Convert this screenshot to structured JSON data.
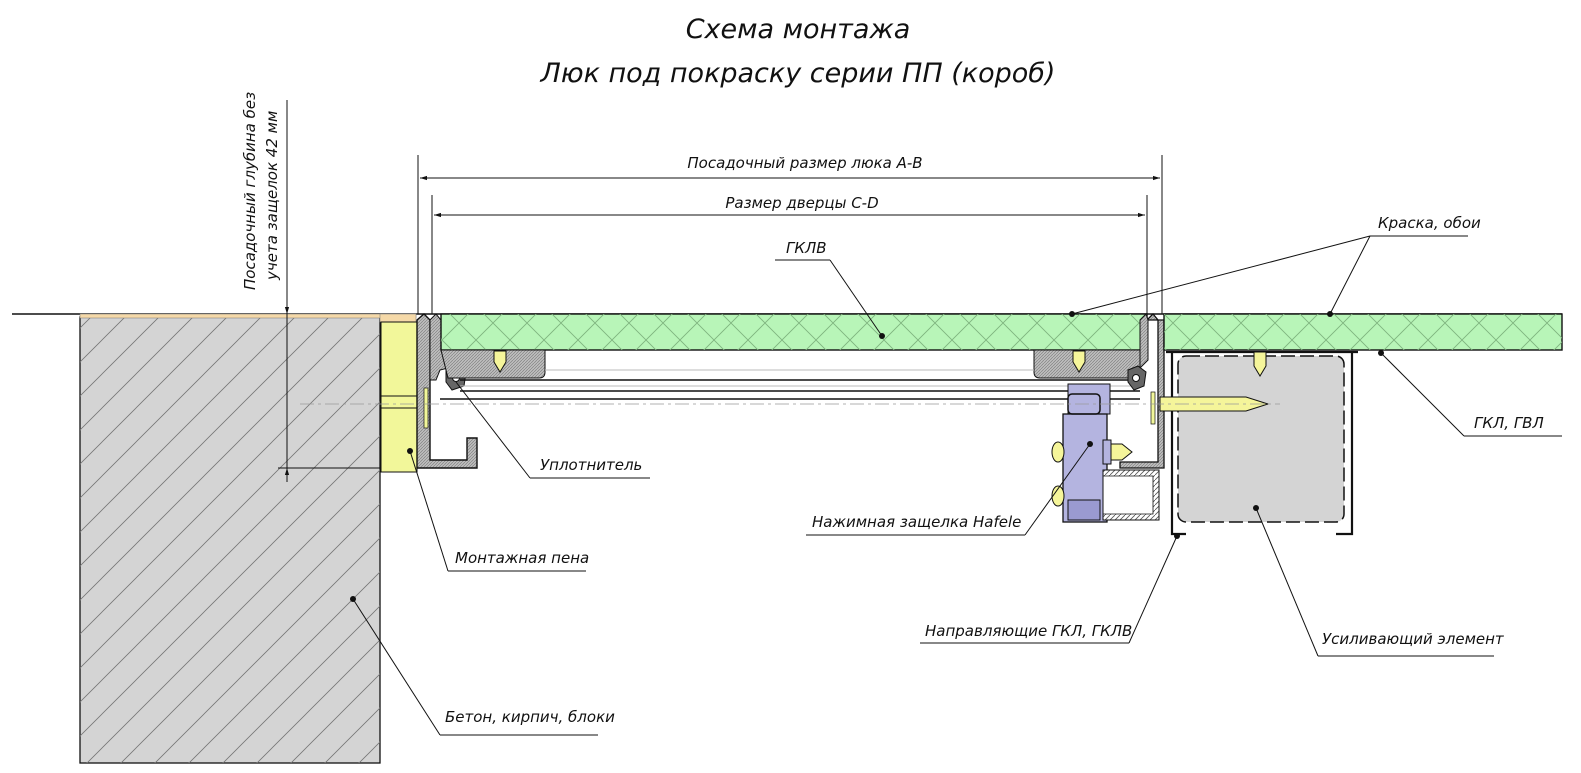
{
  "title": {
    "line1": "Схема монтажа",
    "line2": "Люк под покраску серии  ПП (короб)"
  },
  "dimensions": {
    "depth_note_line1": "Посадочный глубина  без",
    "depth_note_line2": "учета защелок 42 мм",
    "opening_size": "Посадочный размер люка A-B",
    "door_size": "Размер дверцы C-D"
  },
  "callouts": {
    "gklv": "ГКЛВ",
    "paint": "Краска, обои",
    "gkl_gvl": "ГКЛ, ГВЛ",
    "seal": "Уплотнитель",
    "foam": "Монтажная пена",
    "latch": "Нажимная защелка Hafele",
    "guides": "Направляющие ГКЛ, ГКЛВ",
    "reinforcement": "Усиливающий элемент",
    "wall": "Бетон, кирпич, блоки"
  },
  "colors": {
    "board_green": "#b8f5b8",
    "foam_yellow": "#f2f79a",
    "concrete_gray": "#d4d4d4",
    "latch_violet": "#b4b4e0",
    "profile_gray": "#a8a8a8",
    "plaster_beige": "#f5d9a8",
    "screw_yellow": "#f5f59a"
  }
}
